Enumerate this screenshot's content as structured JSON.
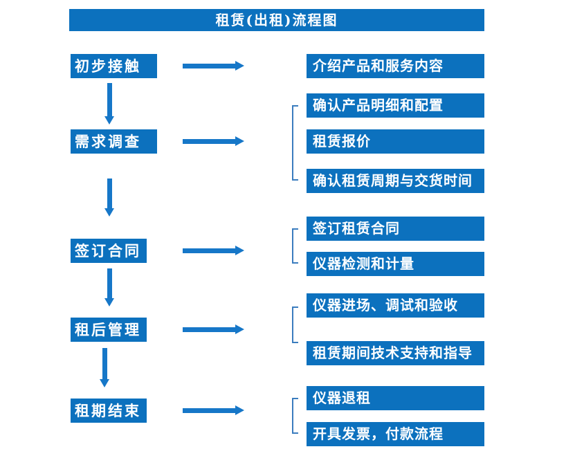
{
  "title": "租赁(出租)流程图",
  "colors": {
    "box_fill": "#0C71BE",
    "arrow": "#1677C8",
    "bracket": "#3A7CBE",
    "box_text": "#FFFFFF",
    "background": "#FFFFFF"
  },
  "steps": [
    {
      "label": "初步接触",
      "details": [
        "介绍产品和服务内容"
      ]
    },
    {
      "label": "需求调查",
      "details": [
        "确认产品明细和配置",
        "租赁报价",
        "确认租赁周期与交货时间"
      ]
    },
    {
      "label": "签订合同",
      "details": [
        "签订租赁合同",
        "仪器检测和计量"
      ]
    },
    {
      "label": "租后管理",
      "details": [
        "仪器进场、调试和验收",
        "租赁期间技术支持和指导"
      ]
    },
    {
      "label": "租期结束",
      "details": [
        "仪器退租",
        "开具发票，付款流程"
      ]
    }
  ]
}
